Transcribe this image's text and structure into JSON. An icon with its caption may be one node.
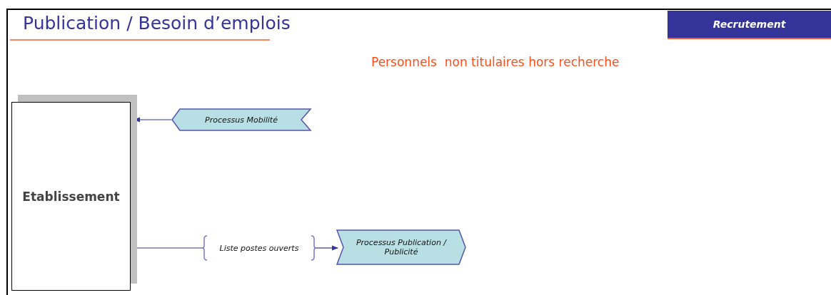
{
  "diagram": {
    "title": "Publication / Besoin d’emplois",
    "nodes": [
      {
        "text": [
          "Etablissement"
        ]
      },
      {
        "text": [
          "Processus Mobilité"
        ]
      },
      {
        "text": [
          "Liste postes ouverts"
        ]
      },
      {
        "text": [
          "Processus Publication / Publicité"
        ]
      }
    ],
    "edges": [
      {
        "from": 1,
        "to": 0,
        "arrow": "to"
      },
      {
        "from": 0,
        "to": 2,
        "arrow": "none"
      },
      {
        "from": 2,
        "to": 3,
        "arrow": "to"
      }
    ],
    "labels": [
      "Recrutement",
      "Personnels  non titulaires hors recherche"
    ]
  }
}
